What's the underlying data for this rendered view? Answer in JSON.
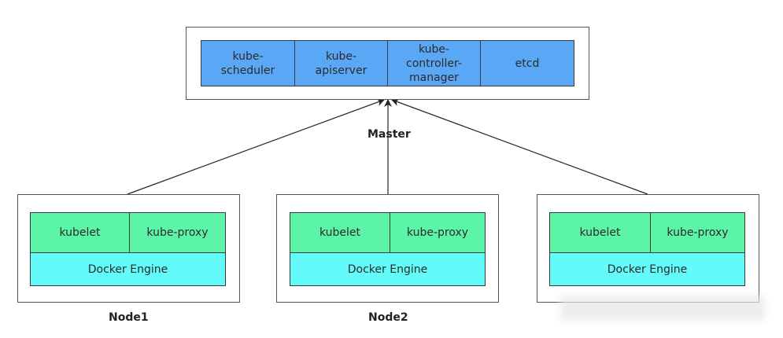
{
  "master": {
    "components": [
      "kube-\nscheduler",
      "kube-\napiserver",
      "kube-\ncontroller-\nmanager",
      "etcd"
    ],
    "label": "Master"
  },
  "nodes": [
    {
      "label": "Node1",
      "kubelet": "kubelet",
      "kube_proxy": "kube-proxy",
      "engine": "Docker Engine"
    },
    {
      "label": "Node2",
      "kubelet": "kubelet",
      "kube_proxy": "kube-proxy",
      "engine": "Docker Engine"
    },
    {
      "label": "",
      "kubelet": "kubelet",
      "kube_proxy": "kube-proxy",
      "engine": "Docker Engine"
    }
  ],
  "colors": {
    "master_component": "#5aa7f5",
    "node_agent": "#5cf5a8",
    "node_engine": "#63fbfa",
    "border": "#333333"
  }
}
